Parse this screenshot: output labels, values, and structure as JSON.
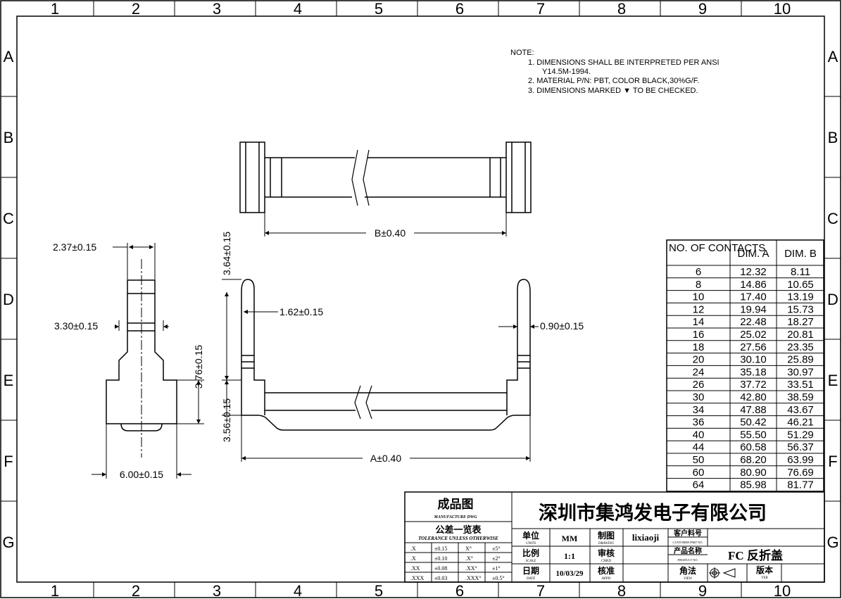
{
  "border": {
    "columns": [
      "1",
      "2",
      "3",
      "4",
      "5",
      "6",
      "7",
      "8",
      "9",
      "10"
    ],
    "rows": [
      "A",
      "B",
      "C",
      "D",
      "E",
      "F",
      "G"
    ]
  },
  "notes": {
    "heading": "NOTE:",
    "lines": [
      "1. DIMENSIONS SHALL BE INTERPRETED PER ANSI",
      "Y14.5M-1994.",
      "2. MATERIAL P/N: PBT, COLOR BLACK,30%G/F.",
      "3. DIMENSIONS MARKED ▼ TO BE CHECKED."
    ]
  },
  "dimensions": {
    "side_top_width": "2.37±0.15",
    "side_mid_width": "3.30±0.15",
    "side_height": "3.76±0.15",
    "side_base_width": "6.00±0.15",
    "top_length": "B±0.40",
    "front_top_height": "3.64±0.15",
    "front_bottom_height": "3.56±0.15",
    "front_inner_width": "1.62±0.15",
    "front_tab_width": "0.90±0.15",
    "front_length": "A±0.40"
  },
  "contacts_table": {
    "headers": [
      "NO. OF CONTACTS",
      "DIM. A",
      "DIM. B"
    ],
    "rows": [
      [
        "6",
        "12.32",
        "8.11"
      ],
      [
        "8",
        "14.86",
        "10.65"
      ],
      [
        "10",
        "17.40",
        "13.19"
      ],
      [
        "12",
        "19.94",
        "15.73"
      ],
      [
        "14",
        "22.48",
        "18.27"
      ],
      [
        "16",
        "25.02",
        "20.81"
      ],
      [
        "18",
        "27.56",
        "23.35"
      ],
      [
        "20",
        "30.10",
        "25.89"
      ],
      [
        "24",
        "35.18",
        "30.97"
      ],
      [
        "26",
        "37.72",
        "33.51"
      ],
      [
        "30",
        "42.80",
        "38.59"
      ],
      [
        "34",
        "47.88",
        "43.67"
      ],
      [
        "36",
        "50.42",
        "46.21"
      ],
      [
        "40",
        "55.50",
        "51.29"
      ],
      [
        "44",
        "60.58",
        "56.37"
      ],
      [
        "50",
        "68.20",
        "63.99"
      ],
      [
        "60",
        "80.90",
        "76.69"
      ],
      [
        "64",
        "85.98",
        "81.77"
      ]
    ]
  },
  "title_block": {
    "drawing_type": "成品图",
    "drawing_type_en": "MANUFACTURE DWG",
    "tolerance_title": "公差一览表",
    "tolerance_title_en": "TOLERANCE UNLESS OTHERWISE",
    "tolerances": [
      [
        ".X",
        "±0.15",
        "X°",
        "±5°"
      ],
      [
        ".X",
        "±0.10",
        ".X°",
        "±2°"
      ],
      [
        ".XX",
        "±0.08",
        ".XX°",
        "±1°"
      ],
      [
        ".XXX",
        "±0.03",
        ".XXX°",
        "±0.5°"
      ]
    ],
    "company": "深圳市集鸿发电子有限公司",
    "unit_label": "单位",
    "unit_label_en": "UNITS",
    "unit_value": "MM",
    "drawing_label": "制图",
    "drawing_label_en": "DRAWING",
    "drawer": "lixiaoji",
    "customer_pn_label": "客户料号",
    "customer_pn_label_en": "CUSTOMER PART NO.",
    "scale_label": "比例",
    "scale_label_en": "SCALE",
    "scale_value": "1:1",
    "check_label": "审核",
    "check_label_en": "CHKD",
    "product_name_label": "产品名称",
    "product_name_label_en": "PRODUCT NO.",
    "product_name": "FC 反折盖",
    "date_label": "日期",
    "date_label_en": "DATE",
    "date_value": "10/03/29",
    "approve_label": "核准",
    "approve_label_en": "APPD",
    "view_label": "角法",
    "view_label_en": "VIEW",
    "version_label": "版本",
    "version_label_en": "VER"
  }
}
